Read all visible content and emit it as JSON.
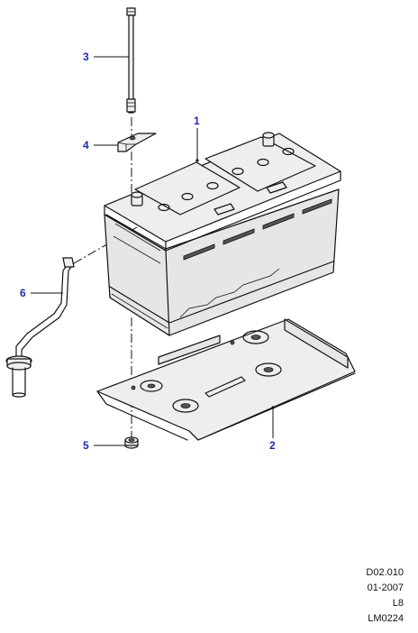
{
  "callouts": {
    "c1": "1",
    "c2": "2",
    "c3": "3",
    "c4": "4",
    "c5": "5",
    "c6": "6"
  },
  "metadata": {
    "code": "D02.010",
    "date": "01-2007",
    "level": "L8",
    "reference": "LM0224"
  },
  "colors": {
    "callout_text": "#1f2bb0",
    "line_art": "#111111"
  }
}
